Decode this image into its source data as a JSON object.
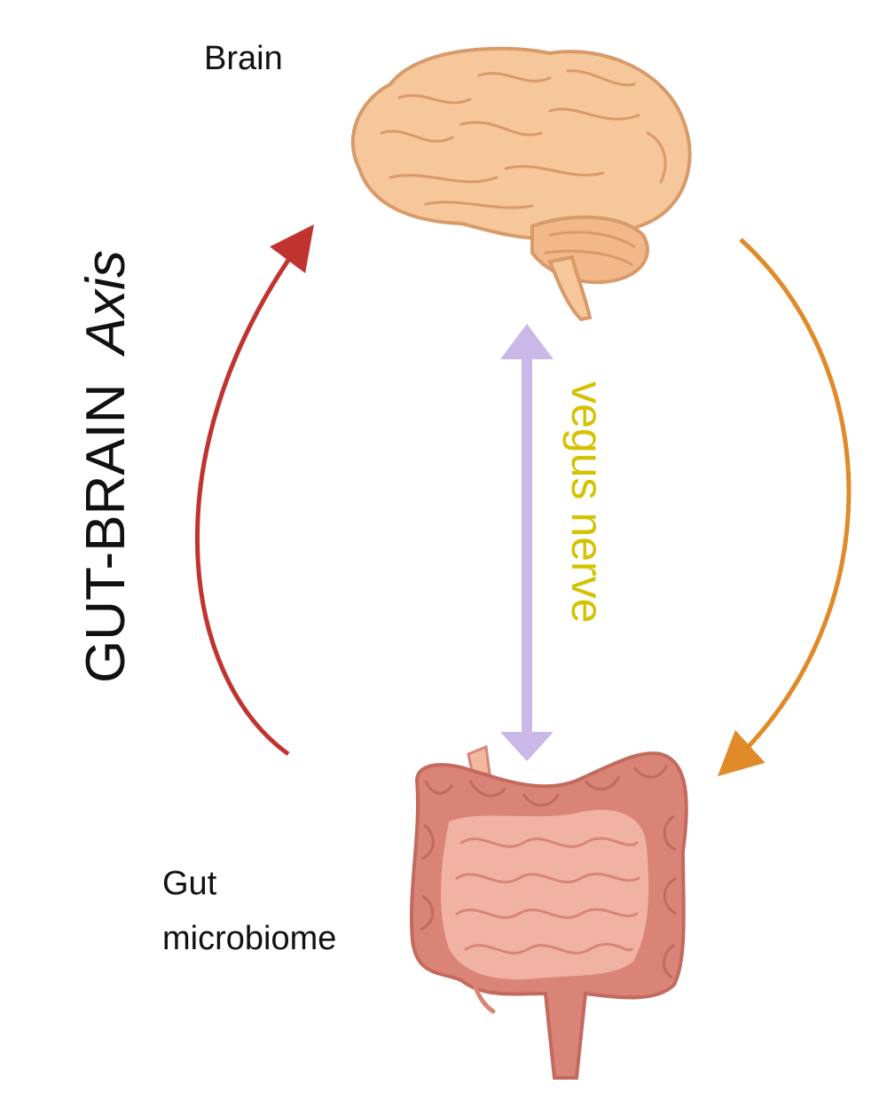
{
  "labels": {
    "brain": "Brain",
    "gut_line1": "Gut",
    "gut_line2": "microbiome",
    "axis_title_main": "GUT-BRAIN",
    "axis_title_italic": "Axis",
    "nerve": "vegus nerve"
  },
  "icons": {
    "brain": "brain-icon",
    "gut": "intestines-icon"
  },
  "colors": {
    "gut_to_brain_arrow": "#c0332f",
    "brain_to_gut_arrow": "#e08a2a",
    "vagus_arrow": "#c9b8e8",
    "nerve_text": "#d4c200",
    "brain_fill": "#f6c79a",
    "brain_stroke": "#d99a6a",
    "gut_outer": "#d98476",
    "gut_inner": "#f0b2a3"
  }
}
